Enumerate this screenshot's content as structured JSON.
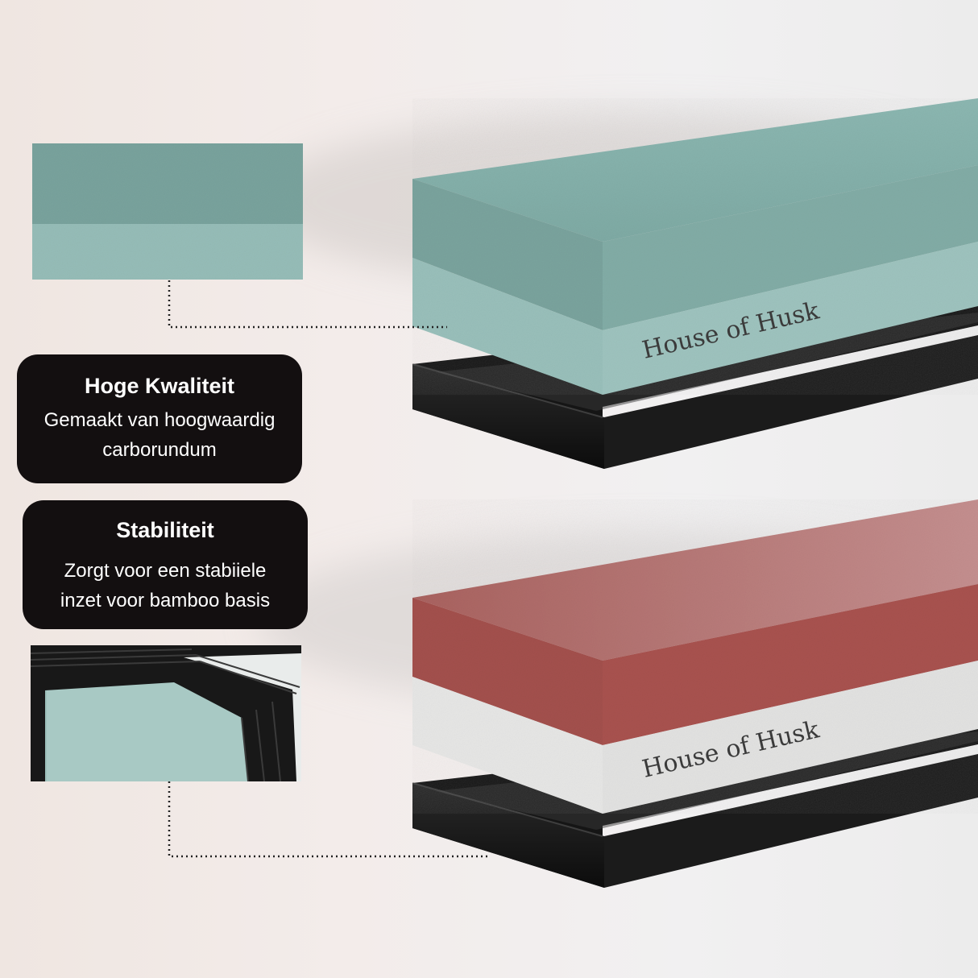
{
  "features": {
    "quality": {
      "title": "Hoge Kwaliteit",
      "line1": "Gemaakt van hoogwaardig",
      "line2": "carborundum"
    },
    "stability": {
      "title": "Stabiliteit",
      "line1": "Zorgt voor een stabiiele",
      "line2": "inzet voor bamboo basis"
    }
  },
  "brand": {
    "top_stone_text": "House of Husk",
    "bottom_stone_text": "House of Husk"
  },
  "colors": {
    "green_stone_top": "#7fa9a3",
    "green_stone_bottom": "#96bdb8",
    "red_stone": "#a8524f",
    "white_stone": "#e4e4e3",
    "frame_black": "#141414",
    "card_black": "#130f10"
  }
}
